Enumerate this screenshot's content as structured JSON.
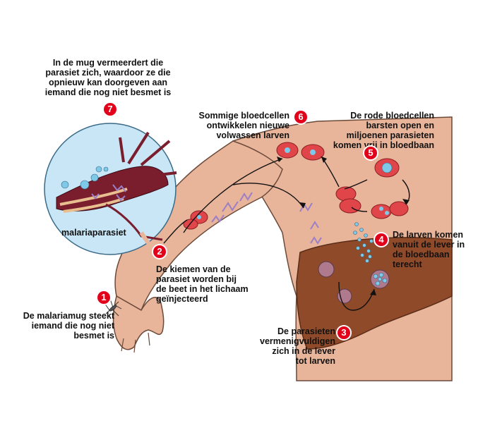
{
  "labels": {
    "step7": "In de mug vermeerdert die\nparasiet zich, waardoor ze die\nopnieuw kan doorgeven aan\niemand die nog niet besmet is",
    "step6": "Sommige bloedcellen\nontwikkelen nieuwe\nvolwassen larven",
    "step5": "De rode bloedcellen\nbarsten open en\nmiljoenen parasieten\nkomen vrij in bloedbaan",
    "step4": "De larven komen\nvanuit de lever in\nde bloedbaan\nterecht",
    "step3": "De parasieten\nvermenigvuldigen\nzich in de lever\ntot larven",
    "step2": "De kiemen van de\nparasiet worden bij\nde beet in het lichaam\ngeïnjecteerd",
    "step1": "De malariamug steekt\niemand die nog niet\nbesmet is",
    "parasite": "malariaparasiet"
  },
  "numbers": [
    "1",
    "2",
    "3",
    "4",
    "5",
    "6",
    "7"
  ],
  "colors": {
    "skin": "#e8b49a",
    "skin_outline": "#6b4a3a",
    "liver": "#8f4a2a",
    "mosquito": "#7a1e2e",
    "red_cell": "#e0454a",
    "cell_core": "#7ec8e8",
    "lens_bg": "#c8e6f5",
    "marker": "#e2001a"
  }
}
